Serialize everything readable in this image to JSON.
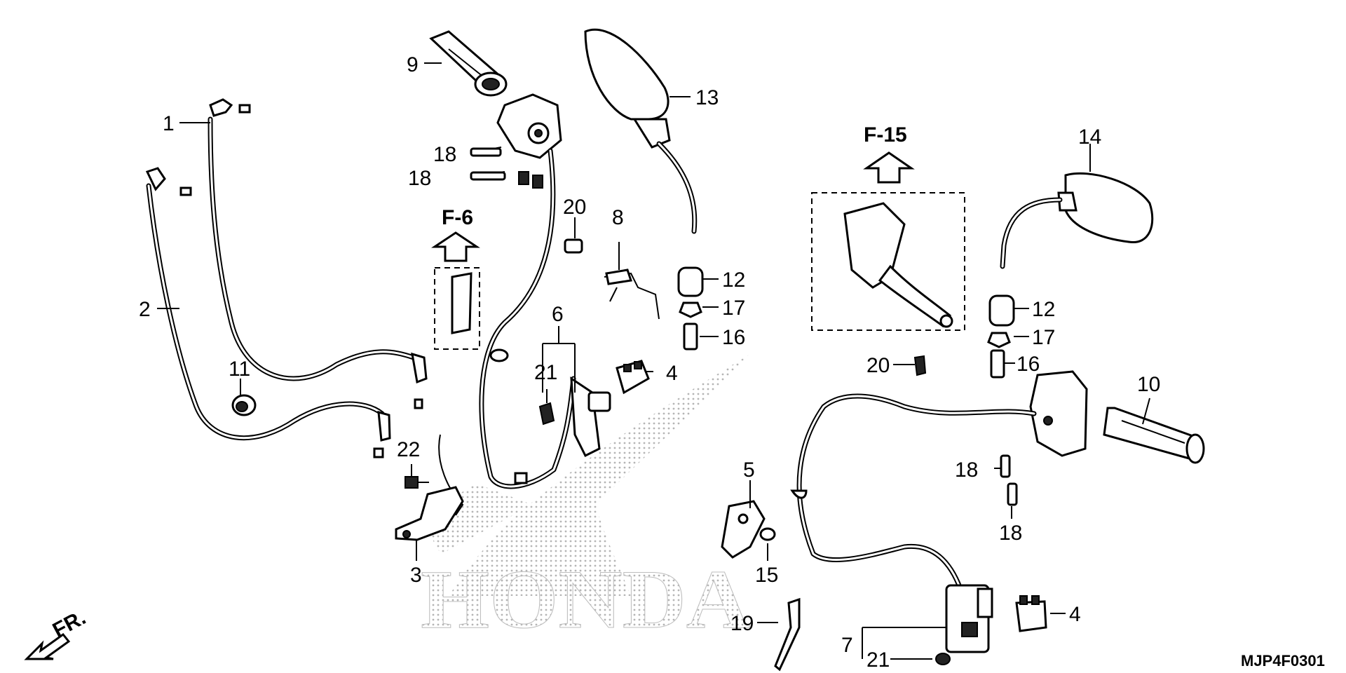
{
  "diagram": {
    "drawing_code": "MJP4F0301",
    "watermark_text": "HONDA",
    "front_marker": "FR.",
    "references": [
      "F-6",
      "F-15"
    ],
    "callouts": {
      "c1": "1",
      "c2": "2",
      "c3": "3",
      "c4a": "4",
      "c4b": "4",
      "c5": "5",
      "c6": "6",
      "c7": "7",
      "c8": "8",
      "c9": "9",
      "c10": "10",
      "c11": "11",
      "c12a": "12",
      "c12b": "12",
      "c13": "13",
      "c14": "14",
      "c15": "15",
      "c16a": "16",
      "c16b": "16",
      "c17a": "17",
      "c17b": "17",
      "c18a": "18",
      "c18b": "18",
      "c18c": "18",
      "c18d": "18",
      "c19": "19",
      "c20a": "20",
      "c20b": "20",
      "c21a": "21",
      "c21b": "21",
      "c22": "22"
    }
  }
}
